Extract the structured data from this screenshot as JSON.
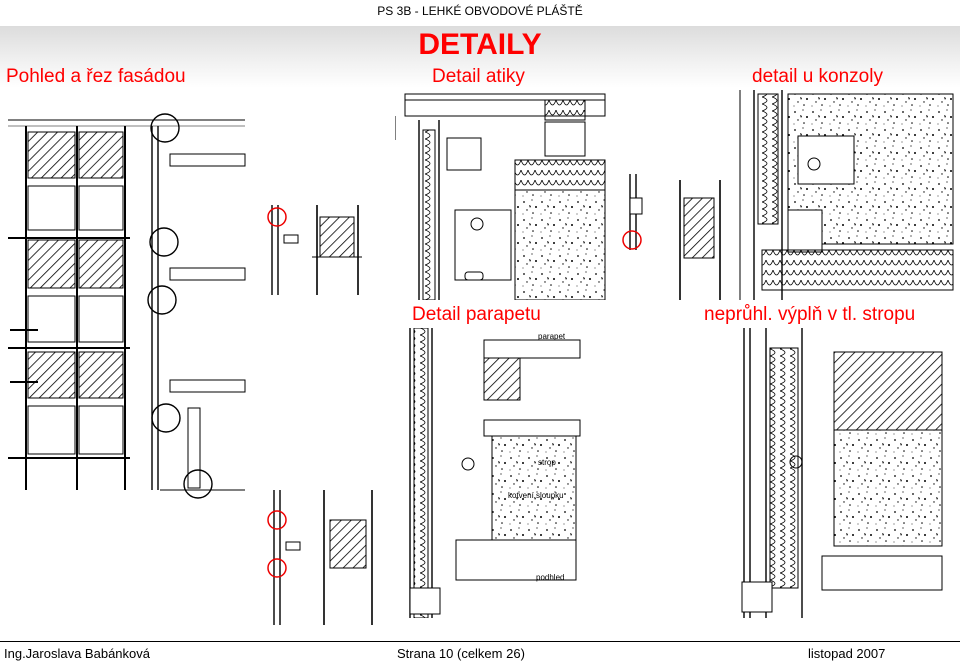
{
  "header": {
    "course": "PS 3B - LEHKÉ OBVODOVÉ PLÁŠTĚ"
  },
  "title": "DETAILY",
  "sections": {
    "facade": "Pohled a řez fasádou",
    "attic": "Detail atiky",
    "bracket": "detail u konzoly",
    "parapet": "Detail parapetu",
    "spandrel": "neprůhl. výplň v tl. stropu"
  },
  "drawing_labels": {
    "parapet": "parapet",
    "floor": "strop",
    "column": "kotvení sloupku",
    "ceiling": "podhled"
  },
  "footer": {
    "author": "Ing.Jaroslava Babánková",
    "page": "Strana 10 (celkem 26)",
    "date": "listopad 2007"
  },
  "colors": {
    "accent": "#ff0000",
    "ink": "#000000"
  }
}
